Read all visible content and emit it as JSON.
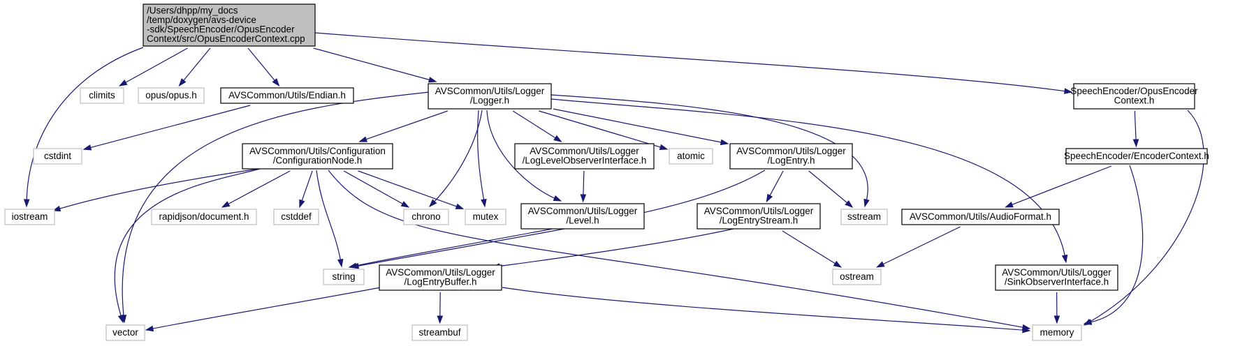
{
  "graph": {
    "edge_color": "#191970",
    "nodes": {
      "root": {
        "lines": [
          "/Users/dhpp/my_docs",
          "/temp/doxygen/avs-device",
          "-sdk/SpeechEncoder/OpusEncoder",
          "Context/src/OpusEncoderContext.cpp"
        ],
        "kind": "root"
      },
      "iostream": {
        "lines": [
          "iostream"
        ],
        "kind": "external"
      },
      "climits": {
        "lines": [
          "climits"
        ],
        "kind": "external"
      },
      "opus": {
        "lines": [
          "opus/opus.h"
        ],
        "kind": "external"
      },
      "endian": {
        "lines": [
          "AVSCommon/Utils/Endian.h"
        ],
        "kind": "internal"
      },
      "logger": {
        "lines": [
          "AVSCommon/Utils/Logger",
          "/Logger.h"
        ],
        "kind": "internal"
      },
      "opusctx": {
        "lines": [
          "SpeechEncoder/OpusEncoder",
          "Context.h"
        ],
        "kind": "internal"
      },
      "cstdint": {
        "lines": [
          "cstdint"
        ],
        "kind": "external"
      },
      "confignode": {
        "lines": [
          "AVSCommon/Utils/Configuration",
          "/ConfigurationNode.h"
        ],
        "kind": "internal"
      },
      "loglevelobs": {
        "lines": [
          "AVSCommon/Utils/Logger",
          "/LogLevelObserverInterface.h"
        ],
        "kind": "internal"
      },
      "atomic": {
        "lines": [
          "atomic"
        ],
        "kind": "external"
      },
      "logentry": {
        "lines": [
          "AVSCommon/Utils/Logger",
          "/LogEntry.h"
        ],
        "kind": "internal"
      },
      "encoderctx": {
        "lines": [
          "SpeechEncoder/EncoderContext.h"
        ],
        "kind": "internal"
      },
      "rapidjson": {
        "lines": [
          "rapidjson/document.h"
        ],
        "kind": "external"
      },
      "cstddef": {
        "lines": [
          "cstddef"
        ],
        "kind": "external"
      },
      "chrono": {
        "lines": [
          "chrono"
        ],
        "kind": "external"
      },
      "mutex": {
        "lines": [
          "mutex"
        ],
        "kind": "external"
      },
      "level": {
        "lines": [
          "AVSCommon/Utils/Logger",
          "/Level.h"
        ],
        "kind": "internal"
      },
      "logentrystream": {
        "lines": [
          "AVSCommon/Utils/Logger",
          "/LogEntryStream.h"
        ],
        "kind": "internal"
      },
      "sstream": {
        "lines": [
          "sstream"
        ],
        "kind": "external"
      },
      "audioformat": {
        "lines": [
          "AVSCommon/Utils/AudioFormat.h"
        ],
        "kind": "internal"
      },
      "string": {
        "lines": [
          "string"
        ],
        "kind": "external"
      },
      "logentrybuffer": {
        "lines": [
          "AVSCommon/Utils/Logger",
          "/LogEntryBuffer.h"
        ],
        "kind": "internal"
      },
      "ostream": {
        "lines": [
          "ostream"
        ],
        "kind": "external"
      },
      "sinkobs": {
        "lines": [
          "AVSCommon/Utils/Logger",
          "/SinkObserverInterface.h"
        ],
        "kind": "internal"
      },
      "vector": {
        "lines": [
          "vector"
        ],
        "kind": "external"
      },
      "streambuf": {
        "lines": [
          "streambuf"
        ],
        "kind": "external"
      },
      "memory": {
        "lines": [
          "memory"
        ],
        "kind": "external"
      }
    },
    "edges": [
      [
        "root",
        "iostream"
      ],
      [
        "root",
        "climits"
      ],
      [
        "root",
        "opus"
      ],
      [
        "root",
        "endian"
      ],
      [
        "root",
        "logger"
      ],
      [
        "root",
        "opusctx"
      ],
      [
        "endian",
        "cstdint"
      ],
      [
        "logger",
        "vector"
      ],
      [
        "logger",
        "confignode"
      ],
      [
        "logger",
        "chrono"
      ],
      [
        "logger",
        "mutex"
      ],
      [
        "logger",
        "level"
      ],
      [
        "logger",
        "loglevelobs"
      ],
      [
        "logger",
        "atomic"
      ],
      [
        "logger",
        "logentry"
      ],
      [
        "logger",
        "sstream"
      ],
      [
        "logger",
        "sinkobs"
      ],
      [
        "confignode",
        "iostream"
      ],
      [
        "confignode",
        "vector"
      ],
      [
        "confignode",
        "rapidjson"
      ],
      [
        "confignode",
        "cstddef"
      ],
      [
        "confignode",
        "string"
      ],
      [
        "confignode",
        "chrono"
      ],
      [
        "confignode",
        "mutex"
      ],
      [
        "confignode",
        "memory"
      ],
      [
        "loglevelobs",
        "level"
      ],
      [
        "level",
        "string"
      ],
      [
        "logentry",
        "logentrystream"
      ],
      [
        "logentry",
        "sstream"
      ],
      [
        "logentry",
        "string"
      ],
      [
        "logentrystream",
        "logentrybuffer"
      ],
      [
        "logentrystream",
        "ostream"
      ],
      [
        "logentrybuffer",
        "vector"
      ],
      [
        "logentrybuffer",
        "streambuf"
      ],
      [
        "logentrybuffer",
        "memory"
      ],
      [
        "opusctx",
        "encoderctx"
      ],
      [
        "opusctx",
        "memory"
      ],
      [
        "encoderctx",
        "audioformat"
      ],
      [
        "encoderctx",
        "memory"
      ],
      [
        "audioformat",
        "ostream"
      ],
      [
        "sinkobs",
        "memory"
      ]
    ]
  }
}
